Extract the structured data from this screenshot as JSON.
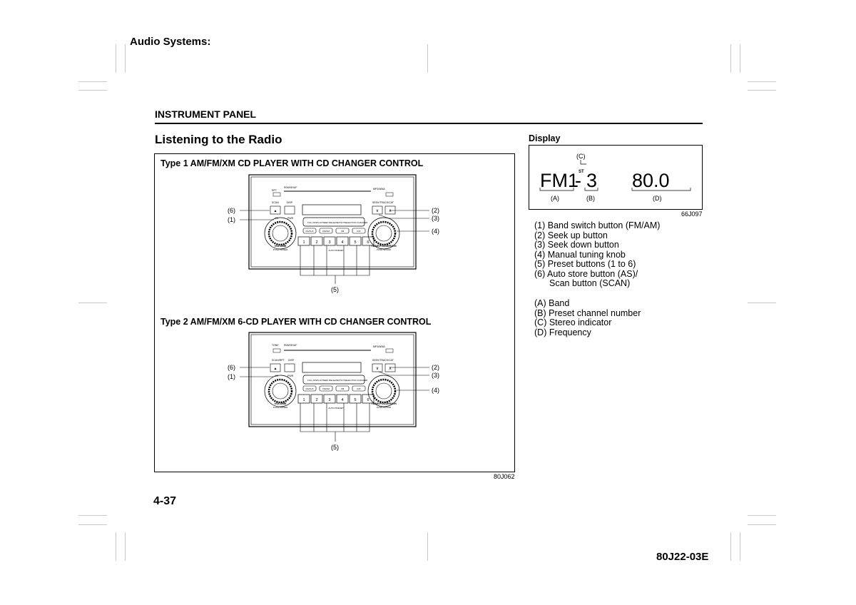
{
  "header": {
    "title": "Audio Systems:"
  },
  "section": {
    "title": "INSTRUMENT PANEL"
  },
  "page_heading": "Listening to the Radio",
  "figure": {
    "type1_caption": "Type 1 AM/FM/XM CD PLAYER WITH CD CHANGER CONTROL",
    "type2_caption": "Type 2 AM/FM/XM 6-CD PLAYER WITH CD CHANGER CONTROL",
    "code": "80J062",
    "callouts": {
      "c1": "(1)",
      "c2": "(2)",
      "c3": "(3)",
      "c4": "(4)",
      "c5": "(5)",
      "c6": "(6)"
    },
    "panel1": {
      "top_left": "RPT",
      "top_mid": "RDM/SHUF",
      "top_right": "MP3/WMA",
      "scan": "SCAN",
      "disp": "DISP",
      "seek": "SEEK/TRACK/CAT",
      "as": "AS",
      "pwr": "PWR",
      "strip": "FULL DISPLAY/SEEK RELEASE/TILT/SELECT/CD CHANGER",
      "volume": "VOLUME",
      "push_power": "PUSH POWER",
      "tune": "TUNE/FOLDER/CH",
      "push_sound": "PUSH SOUND",
      "buttons": [
        "1",
        "2",
        "3",
        "4",
        "5",
        "6"
      ],
      "mid_buttons": [
        "CD/AUX",
        "FM/AM",
        "XM",
        "CAT"
      ],
      "auto": "AUTO PRESET"
    },
    "panel2": {
      "top_left": "TONE",
      "top_mid": "RDM/SHUF",
      "top_right": "MP3/WMA",
      "scan": "SCAN/RPT",
      "disp": "DISP",
      "seek": "SEEK/TRACK/CAT",
      "as": "AS",
      "pwr": "PWR",
      "strip": "FULL DISPLAY/SEEK RELEASE/TILT/SELECT/CD CHANGER",
      "volume": "VOLUME",
      "push_power": "PUSH POWER",
      "tune": "TUNE/FOLDER/CH",
      "push_sound": "PUSH SOUND",
      "buttons": [
        "1",
        "2",
        "3",
        "4",
        "5",
        "6"
      ],
      "mid_buttons": [
        "CD/AUX",
        "FM/AM",
        "XM",
        "CAT"
      ],
      "auto": "AUTO PRESET"
    }
  },
  "display": {
    "label": "Display",
    "band": "FM1",
    "dash": "-",
    "preset": "3",
    "frequency": "80.0",
    "stereo": "ST",
    "labels": {
      "a": "(A)",
      "b": "(B)",
      "c": "(C)",
      "d": "(D)"
    },
    "code": "66J097"
  },
  "legend_numbers": [
    "(1) Band switch button (FM/AM)",
    "(2) Seek up button",
    "(3) Seek down button",
    "(4) Manual tuning knob",
    "(5) Preset buttons (1 to 6)",
    "(6) Auto store button (AS)/",
    "      Scan button (SCAN)"
  ],
  "legend_letters": [
    "(A) Band",
    "(B) Preset channel number",
    "(C) Stereo indicator",
    "(D) Frequency"
  ],
  "footer": {
    "page_number": "4-37",
    "doc_code": "80J22-03E"
  }
}
